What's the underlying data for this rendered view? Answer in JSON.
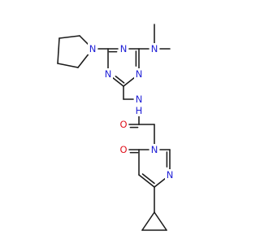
{
  "molecule": {
    "atom_labels": {
      "n_pyrrolidine": "N",
      "n_triazine_1": "N",
      "n_triazine_2": "N",
      "n_triazine_3": "N",
      "n_dimethylamino": "N",
      "n_amide": "N",
      "h_amide": "H",
      "o_amide": "O",
      "n_pyrimidinone_1": "N",
      "n_pyrimidinone_2": "N",
      "o_pyrimidinone": "O"
    },
    "colors": {
      "bond": "#1a1a1a",
      "nitrogen": "#1f1fd6",
      "oxygen": "#e0141e"
    }
  }
}
